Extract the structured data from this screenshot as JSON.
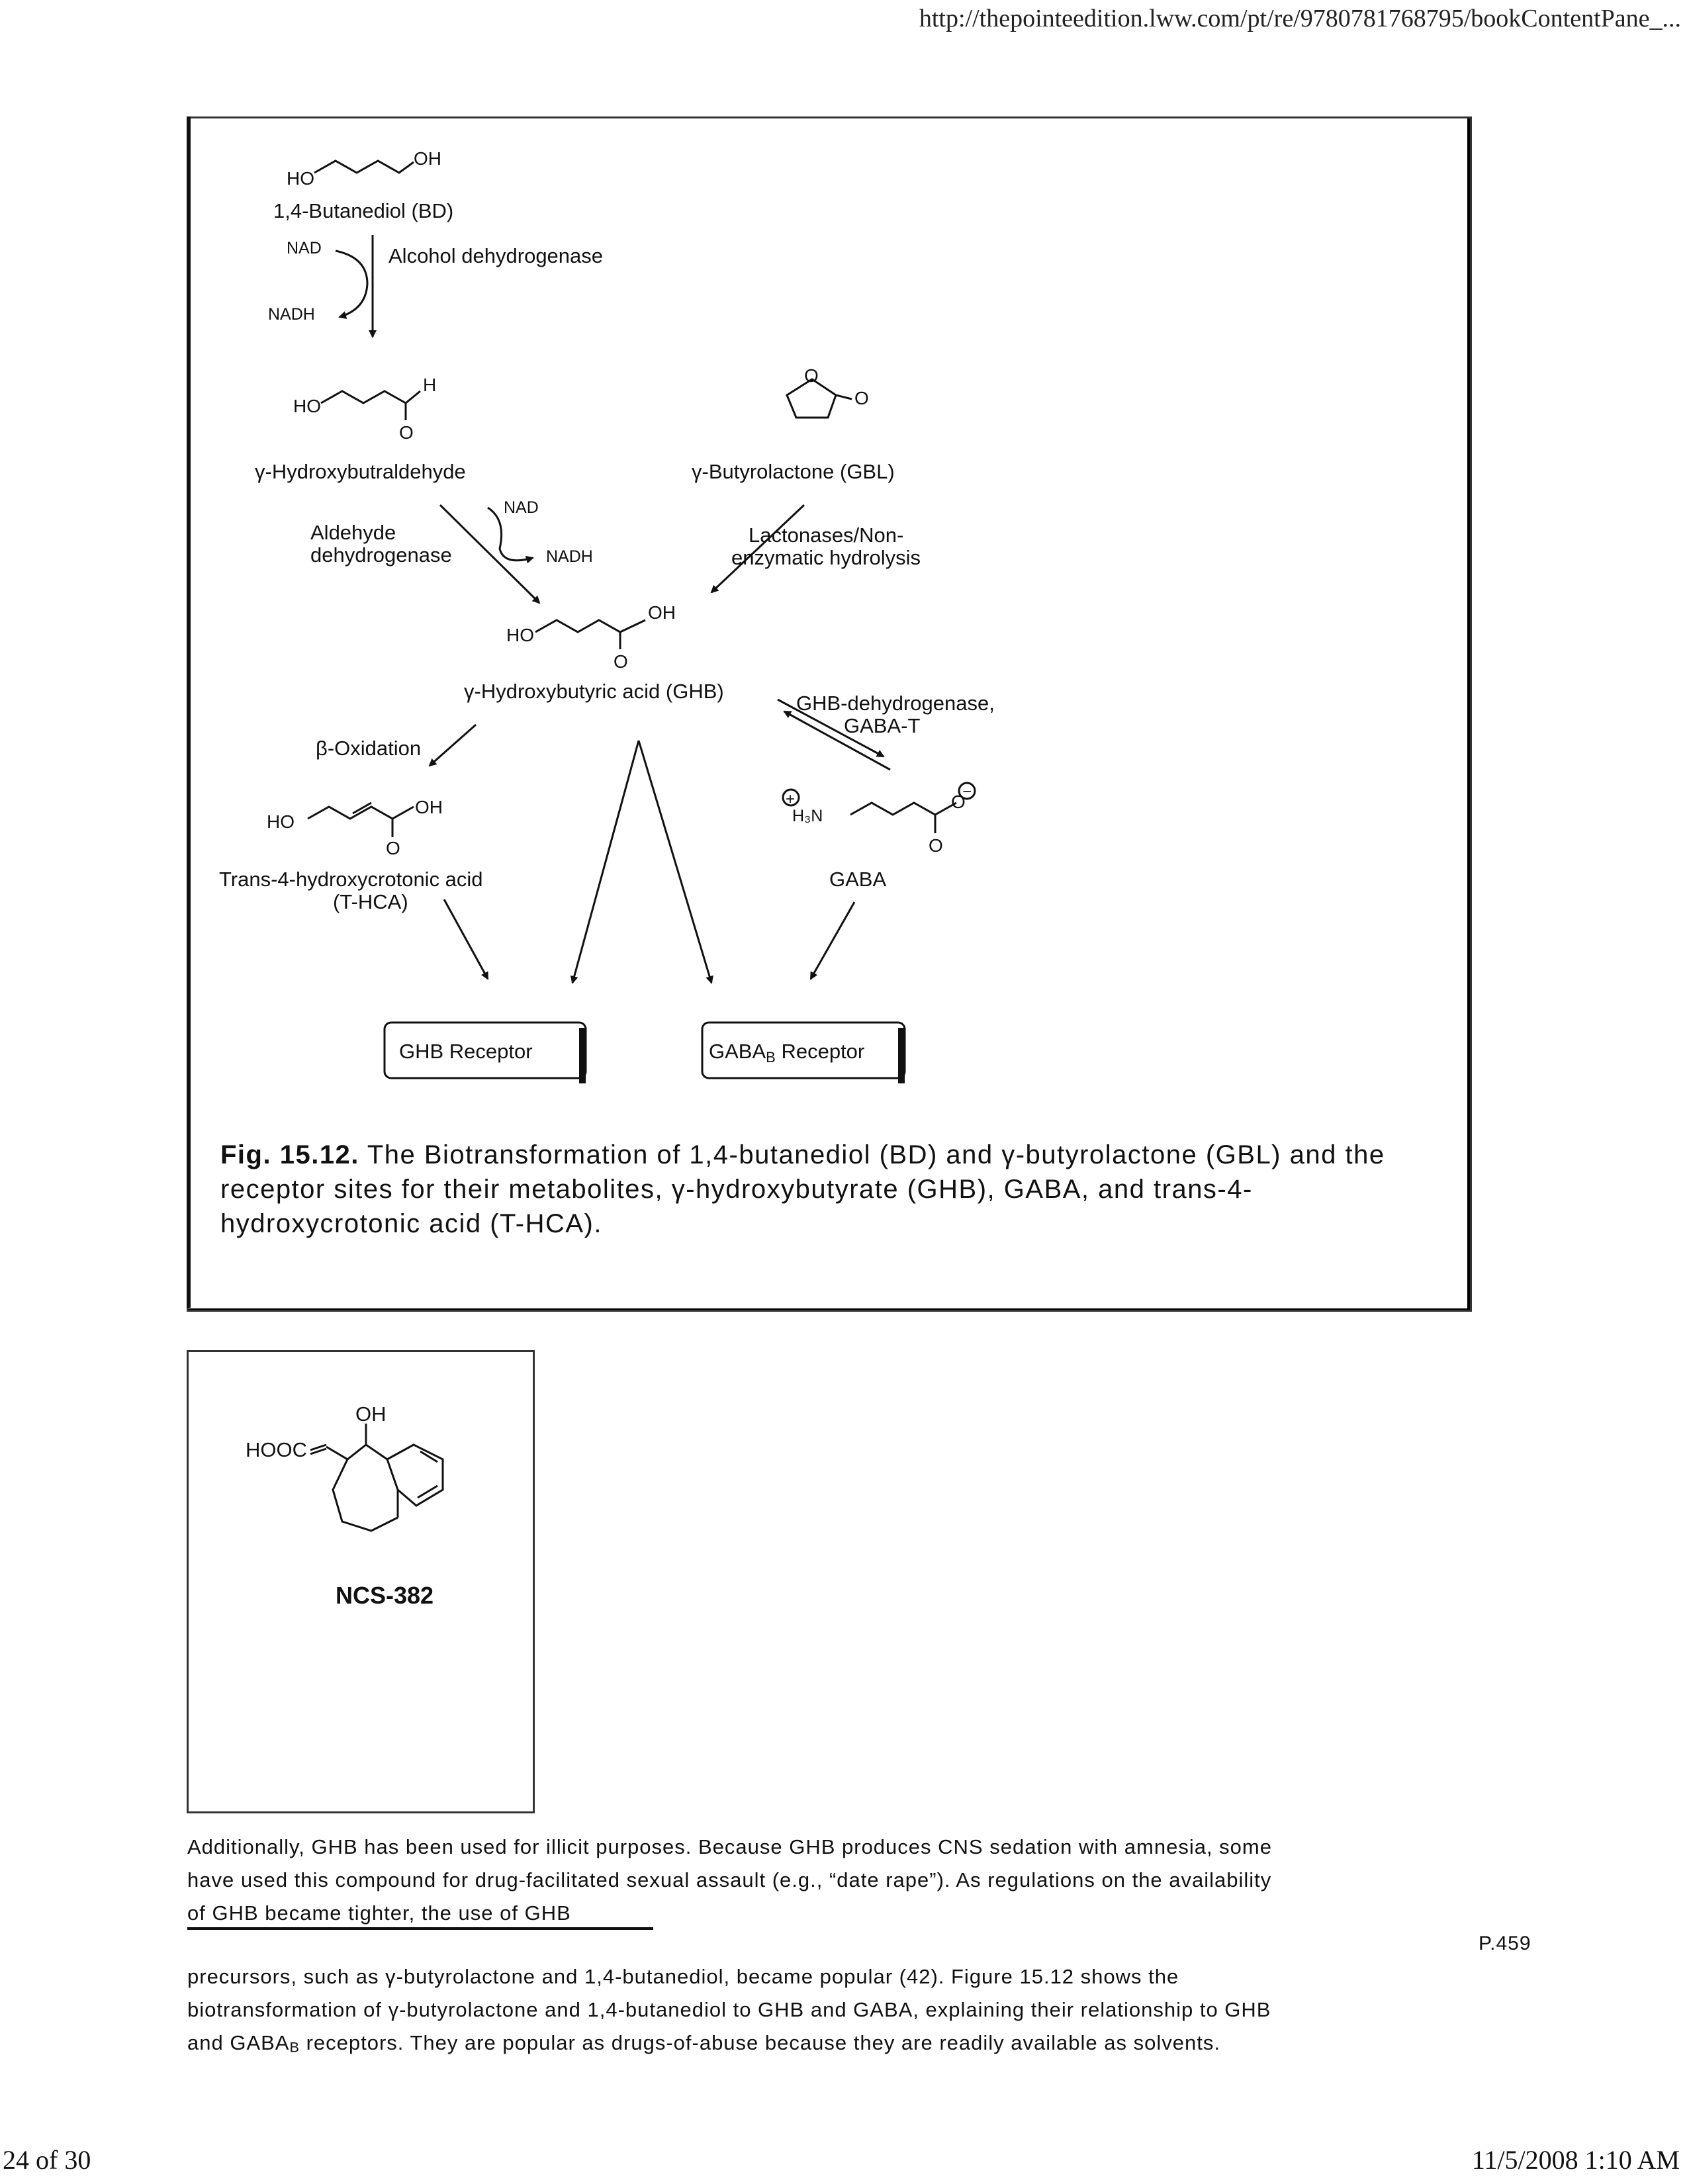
{
  "header": {
    "url": "http://thepointeedition.lww.com/pt/re/9780781768795/bookContentPane_..."
  },
  "figure": {
    "labels": {
      "bd_formula_ho": "HO",
      "bd_formula_oh": "OH",
      "bd_name": "1,4-Butanediol (BD)",
      "nad1": "NAD",
      "nadh1": "NADH",
      "alcohol_dh": "Alcohol dehydrogenase",
      "ald_ho": "HO",
      "ald_h": "H",
      "ald_o": "O",
      "ald_name": "γ-Hydroxybutraldehyde",
      "gbl_o1": "O",
      "gbl_o2": "O",
      "gbl_name": "γ-Butyrolactone (GBL)",
      "aldehyde_dh_1": "Aldehyde",
      "aldehyde_dh_2": "dehydrogenase",
      "nad2": "NAD",
      "nadh2": "NADH",
      "lactonases_1": "Lactonases/Non-",
      "lactonases_2": "enzymatic hydrolysis",
      "ghb_ho": "HO",
      "ghb_oh": "OH",
      "ghb_o": "O",
      "ghb_name": "γ-Hydroxybutyric acid (GHB)",
      "ghb_dh_1": "GHB-dehydrogenase,",
      "ghb_dh_2": "GABA-T",
      "beta_ox": "β-Oxidation",
      "thca_ho": "HO",
      "thca_oh": "OH",
      "thca_o": "O",
      "thca_name_1": "Trans-4-hydroxycrotonic acid",
      "thca_name_2": "(T-HCA)",
      "gaba_plus": "+",
      "gaba_h3n": "H₃N",
      "gaba_o": "O",
      "gaba_minus": "−",
      "gaba_o2": "O",
      "gaba_name": "GABA",
      "ghb_receptor": "GHB Receptor",
      "gabab_receptor_main": "GABA",
      "gabab_receptor_sub": "B",
      "gabab_receptor_tail": " Receptor"
    },
    "caption_label": "Fig. 15.12.",
    "caption_text": " The Biotransformation of 1,4-butanediol (BD) and γ-butyrolactone (GBL) and the receptor sites for their metabolites, γ-hydroxybutyrate (GHB), GABA, and trans-4-hydroxycrotonic acid (T-HCA)."
  },
  "ncs": {
    "hooc": "HOOC",
    "oh": "OH",
    "name": "NCS-382"
  },
  "text": {
    "para1_line1": "Additionally, GHB has been used for illicit purposes. Because GHB produces CNS sedation with amnesia, some",
    "para1_line2": "have used this compound for drug-facilitated sexual assault (e.g., “date rape”). As regulations on the availability",
    "para1_line3": "of GHB became tighter, the use of GHB",
    "page_marker": "P.459",
    "para2_line1": "precursors, such as γ-butyrolactone and 1,4-butanediol, became popular (42). Figure 15.12 shows the",
    "para2_line2": "biotransformation of γ-butyrolactone and 1,4-butanediol to GHB and GABA, explaining their relationship to GHB",
    "para2_line3_a": "and GABA",
    "para2_line3_sub": "B",
    "para2_line3_b": " receptors. They are popular as drugs-of-abuse because they are readily available as solvents."
  },
  "footer": {
    "page": "24 of 30",
    "datetime": "11/5/2008 1:10 AM"
  }
}
